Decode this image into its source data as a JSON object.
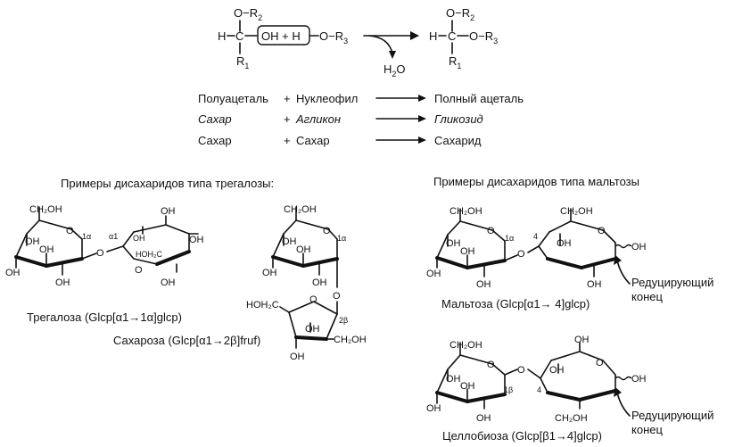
{
  "reaction": {
    "left": {
      "o_r2": "O−R",
      "r2_sub": "2",
      "h": "H",
      "c": "C",
      "r1": "R",
      "r1_sub": "1",
      "boxed": "OH + H",
      "o_r3": "O−R",
      "r3_sub": "3"
    },
    "water": {
      "h": "H",
      "sub": "2",
      "o": "O"
    },
    "right": {
      "o_r2": "O−R",
      "r2_sub": "2",
      "h": "H",
      "c": "C",
      "o_r3": "O−R",
      "r3_sub": "3",
      "r1": "R",
      "r1_sub": "1"
    }
  },
  "rows": [
    {
      "a": "Полуацеталь",
      "plus": "+",
      "b": "Нуклеофил",
      "result": "Полный ацеталь"
    },
    {
      "a": "Сахар",
      "plus": "+",
      "b": "Агликон",
      "result": "Гликозид"
    },
    {
      "a": "Сахар",
      "plus": "+",
      "b": "Сахар",
      "result": "Сахарид"
    }
  ],
  "headings": {
    "trehalose_type": "Примеры дисахаридов типа трегалозы:",
    "maltose_type": "Примеры дисахаридов типа мальтозы"
  },
  "labels": {
    "ch2oh": "CH₂OH",
    "oh": "OH",
    "o": "O",
    "hoh2c": "HOH₂C",
    "hoh2c_long": "HOH₂C",
    "alpha1": "1α",
    "alpha1_pre": "α1",
    "beta1": "1β",
    "beta2": "2β",
    "four": "4",
    "reducing_1": "Редуцирующий",
    "reducing_2": "конец"
  },
  "captions": {
    "trehalose": "Трегалоза (Glcp[α1→1α]glcp)",
    "sucrose": "Сахароза (Glcp[α1→2β]fruf)",
    "maltose": "Мальтоза (Glcp[α1→ 4]glcp)",
    "cellobiose": "Целлобиоза (Glcp[β1→4]glcp)"
  }
}
